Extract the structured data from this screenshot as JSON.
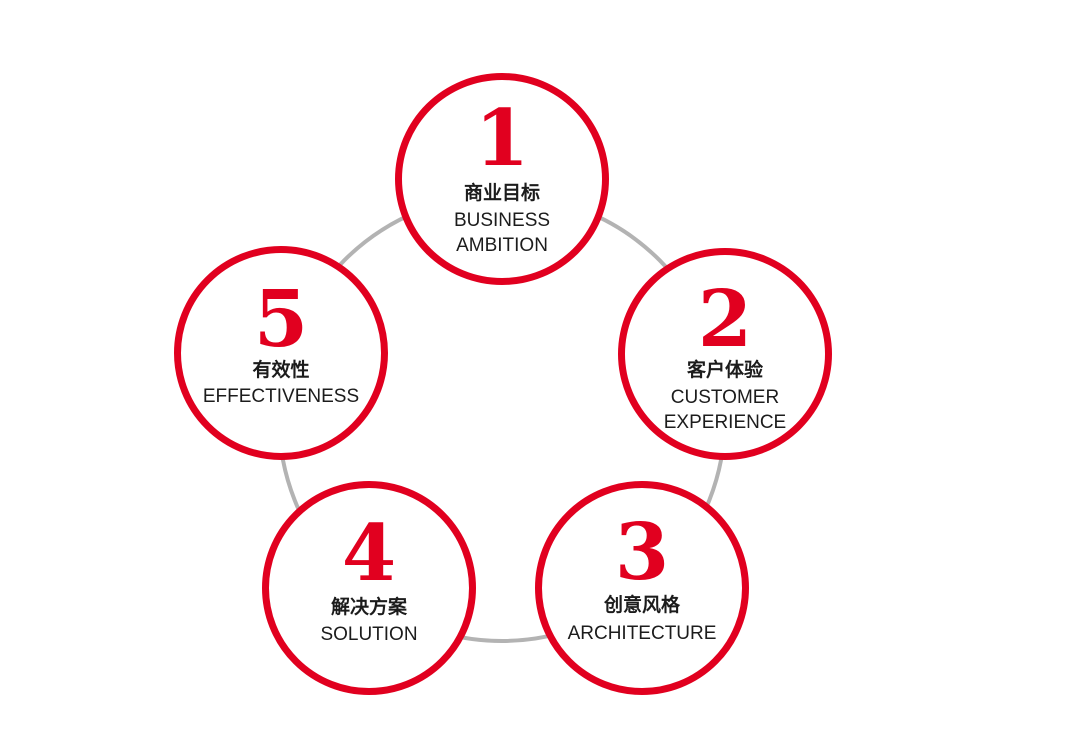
{
  "colors": {
    "accent": "#e1001f",
    "ring": "#b3b3b3",
    "text": "#1c1c1c",
    "background": "#ffffff"
  },
  "nodes": [
    {
      "number": "1",
      "cn": "商业目标",
      "en": [
        "BUSINESS",
        "AMBITION"
      ]
    },
    {
      "number": "2",
      "cn": "客户体验",
      "en": [
        "CUSTOMER",
        "EXPERIENCE"
      ]
    },
    {
      "number": "3",
      "cn": "创意风格",
      "en": [
        "ARCHITECTURE"
      ]
    },
    {
      "number": "4",
      "cn": "解决方案",
      "en": [
        "SOLUTION"
      ]
    },
    {
      "number": "5",
      "cn": "有效性",
      "en": [
        "EFFECTIVENESS"
      ]
    }
  ]
}
